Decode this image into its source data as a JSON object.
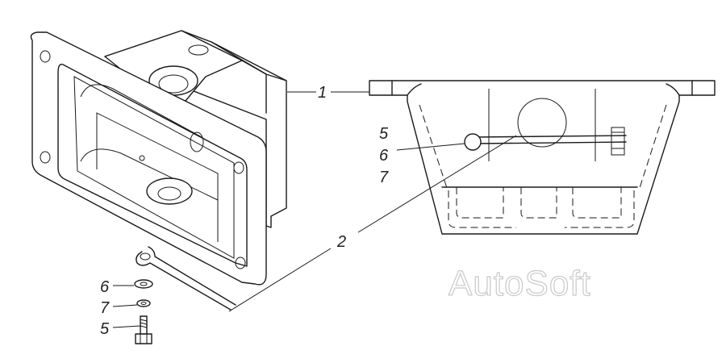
{
  "watermark": "AutoSoft",
  "callouts": {
    "left": {
      "c1": "1",
      "c2": "2"
    },
    "right_group": {
      "c5": "5",
      "c6": "6",
      "c7": "7"
    },
    "fasteners": {
      "c6": "6",
      "c7": "7",
      "c5": "5"
    }
  },
  "parts": {
    "bracket_3d": "bracket-isometric-view",
    "bracket_section": "bracket-front-view",
    "ground_strap": "ground-strap",
    "washer": "washer",
    "lock_washer": "lock-washer",
    "bolt": "bolt"
  }
}
